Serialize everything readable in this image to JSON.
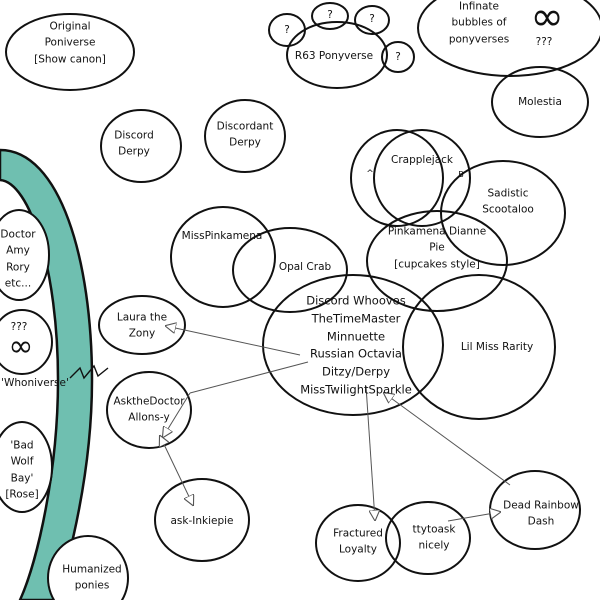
{
  "diagram": {
    "nodes": {
      "original_poniverse": [
        "Original",
        "Poniverse",
        "[Show canon]"
      ],
      "q1": [
        "?"
      ],
      "q2": [
        "?"
      ],
      "q3": [
        "?"
      ],
      "q4": [
        "?"
      ],
      "r63": [
        "R63 Ponyverse"
      ],
      "infinite": [
        "Infinate",
        "bubbles of",
        "ponyverses",
        "???"
      ],
      "infinity_symbol": "∞",
      "molestia": [
        "Molestia"
      ],
      "discord_derpy": [
        "Discord",
        "Derpy"
      ],
      "discordant_derpy": [
        "Discordant",
        "Derpy"
      ],
      "crapplejack": [
        "Crapplejack"
      ],
      "crapple_a": "^",
      "crapple_b": "B",
      "sadistic_scootaloo": [
        "Sadistic",
        "Scootaloo"
      ],
      "misspinkamena": [
        "MissPinkamena"
      ],
      "opal_crab": [
        "Opal Crab"
      ],
      "pinkamena_dianne_pie": [
        "Pinkamena Dianne",
        "Pie",
        "[cupcakes style]"
      ],
      "discord_whooves_group": [
        "Discord Whooves",
        "TheTimeMaster",
        "Minnuette",
        "Russian Octavia",
        "Ditzy/Derpy",
        "MissTwilightSparkle"
      ],
      "lil_miss_rarity": [
        "Lil Miss Rarity"
      ],
      "laura_the_zony": [
        "Laura the",
        "Zony"
      ],
      "askthedoctor": [
        "AsktheDoctor",
        "Allons-y"
      ],
      "ask_inkiepie": [
        "ask-Inkiepie"
      ],
      "fractured_loyalty": [
        "Fractured",
        "Loyalty"
      ],
      "ttytoask": [
        "ttytoask",
        "nicely"
      ],
      "dead_rainbow_dash": [
        "Dead Rainbow",
        "Dash"
      ],
      "doctor_amy_rory": [
        "Doctor",
        "Amy",
        "Rory",
        "etc..."
      ],
      "whoniverse_q": "???",
      "whoniverse_symbol": "∞",
      "whoniverse": [
        "'Whoniverse'"
      ],
      "bad_wolf_bay": [
        "'Bad",
        "Wolf",
        "Bay'",
        "[Rose]"
      ],
      "humanized_ponies": [
        "Humanized",
        "ponies"
      ]
    },
    "connections": [
      {
        "from": "discord_whooves_group",
        "to": "laura_the_zony"
      },
      {
        "from": "discord_whooves_group",
        "to": "askthedoctor"
      },
      {
        "from": "askthedoctor",
        "to": "ask_inkiepie"
      },
      {
        "from": "discord_whooves_group",
        "to": "fractured_loyalty"
      },
      {
        "from": "dead_rainbow_dash",
        "to": "discord_whooves_group"
      },
      {
        "from": "ttytoask",
        "to": "dead_rainbow_dash"
      }
    ],
    "colors": {
      "stroke": "#111111",
      "whoniverse_band": "#6fbfb0",
      "whoniverse_band_dark": "#3a9a8a",
      "background": "#ffffff"
    }
  }
}
